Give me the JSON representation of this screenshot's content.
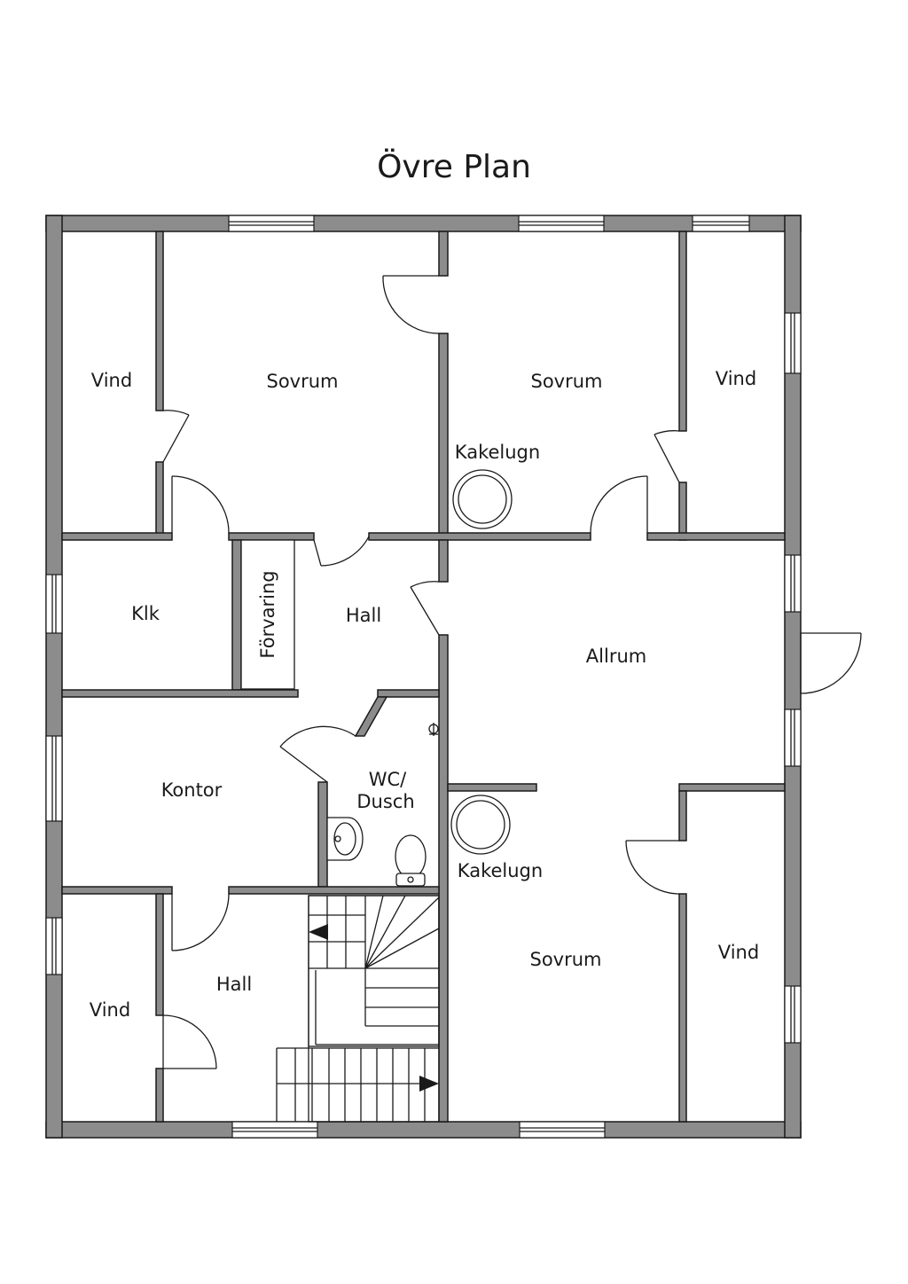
{
  "title": "Övre Plan",
  "rooms": {
    "vind_top_left": "Vind",
    "sovrum_top_left": "Sovrum",
    "sovrum_top_right": "Sovrum",
    "vind_top_right": "Vind",
    "kakelugn_top": "Kakelugn",
    "klk": "Klk",
    "forvaring": "Förvaring",
    "hall_upper": "Hall",
    "allrum": "Allrum",
    "kontor": "Kontor",
    "wc_line1": "WC/",
    "wc_line2": "Dusch",
    "kakelugn_bottom": "Kakelugn",
    "hall_lower": "Hall",
    "vind_bottom_left": "Vind",
    "sovrum_bottom": "Sovrum",
    "vind_bottom_right": "Vind"
  },
  "colors": {
    "wall": "#8c8c8c",
    "line": "#1a1a1a",
    "background": "#ffffff"
  }
}
